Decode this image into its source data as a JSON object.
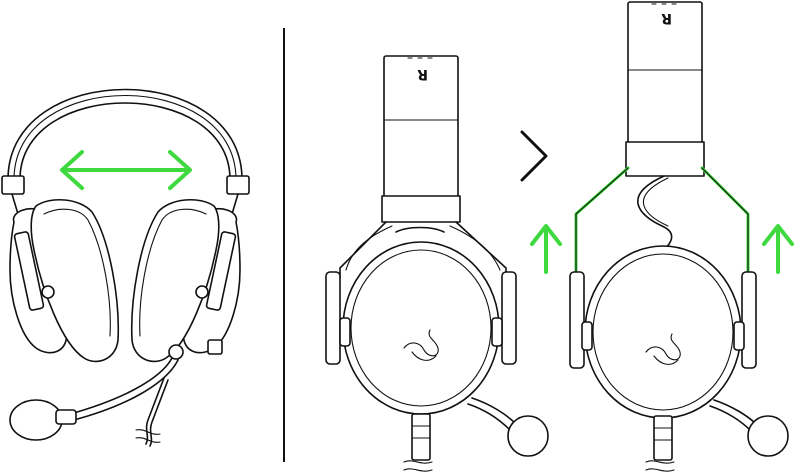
{
  "diagram": {
    "logo_letter": "R",
    "colors": {
      "line": "#111111",
      "accent": "#3ed93e",
      "background": "#ffffff"
    },
    "panels": [
      {
        "name": "front-view",
        "indicator": "double-arrow-horizontal"
      },
      {
        "name": "side-view-collapsed"
      },
      {
        "name": "step-chevron",
        "indicator": "chevron-right"
      },
      {
        "name": "side-view-extended",
        "indicator": "up-arrows"
      }
    ]
  }
}
